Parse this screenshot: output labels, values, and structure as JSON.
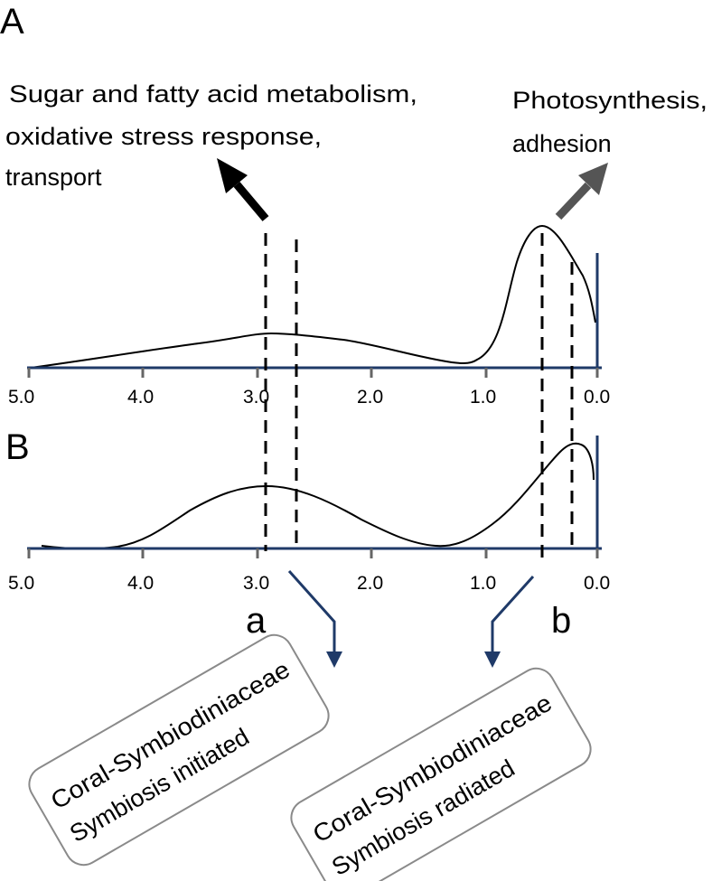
{
  "panels": {
    "a_letter": "A",
    "b_letter": "B"
  },
  "annotations": {
    "left": [
      "Sugar and fatty acid metabolism,",
      "oxidative stress response,",
      "transport"
    ],
    "right": [
      "Photosynthesis,",
      "adhesion"
    ]
  },
  "axis_tick_labels": [
    "5.0",
    "4.0",
    "3.0",
    "2.0",
    "1.0",
    "0.0"
  ],
  "marker_labels": {
    "a": "a",
    "b": "b"
  },
  "boxes": {
    "left": [
      "Coral-Symbiodiniaceae",
      "Symbiosis initiated"
    ],
    "right": [
      "Coral-Symbiodiniaceae",
      "Symbiosis radiated"
    ]
  },
  "colors": {
    "axis": "#1f3a68",
    "curve": "#000000",
    "arrow_left": "#000000",
    "arrow_right": "#555555",
    "box_border": "#8a8a8a"
  }
}
